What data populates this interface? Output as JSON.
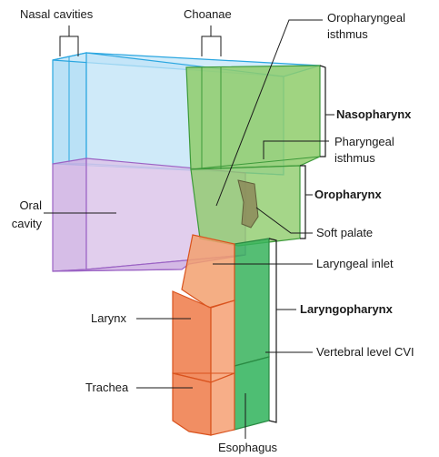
{
  "labels": {
    "nasal_cavities": "Nasal cavities",
    "choanae": "Choanae",
    "oropharyngeal_isthmus_line1": "Oropharyngeal",
    "oropharyngeal_isthmus_line2": "isthmus",
    "nasopharynx": "Nasopharynx",
    "pharyngeal_isthmus_line1": "Pharyngeal",
    "pharyngeal_isthmus_line2": "isthmus",
    "oropharynx": "Oropharynx",
    "oral_cavity_line1": "Oral",
    "oral_cavity_line2": "cavity",
    "soft_palate": "Soft palate",
    "laryngeal_inlet": "Laryngeal inlet",
    "laryngopharynx": "Laryngopharynx",
    "larynx": "Larynx",
    "vertebral_level": "Vertebral level CVI",
    "trachea": "Trachea",
    "esophagus": "Esophagus"
  },
  "colors": {
    "nasal_fill": "#bfe3f7",
    "nasal_stroke": "#2aa6e0",
    "oral_fill": "#dcc6ea",
    "oral_stroke": "#9b63c4",
    "pharynx_fill": "#8fcc6b",
    "pharynx_stroke": "#3d9a3a",
    "esophagus_fill": "#2fb35a",
    "larynx_fill": "#ef7a48",
    "larynx_stroke": "#d9531e",
    "leader": "#1a1a1a"
  }
}
